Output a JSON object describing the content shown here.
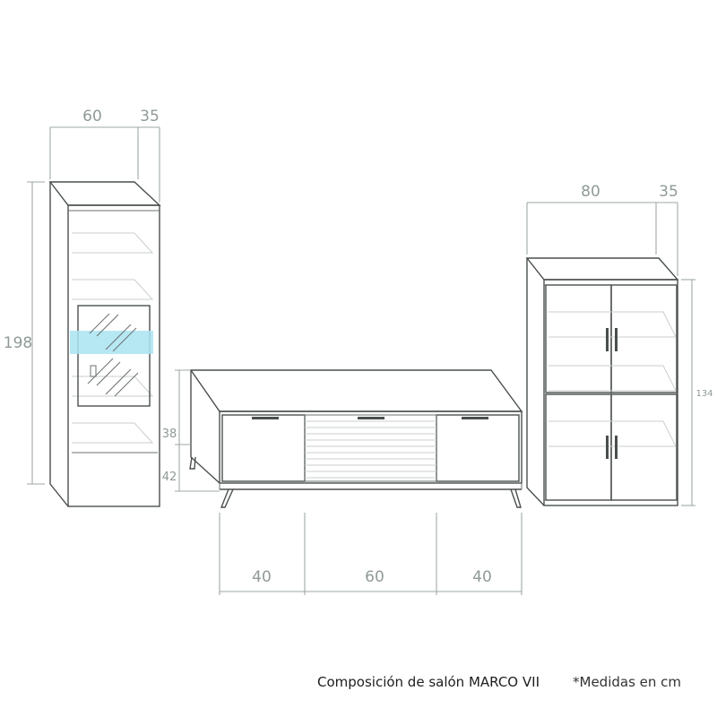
{
  "dimensions": {
    "vitrina_width": "60",
    "vitrina_depth": "35",
    "vitrina_height": "198",
    "tv_height": "38",
    "tv_leg_height": "42",
    "tv_left_width": "40",
    "tv_center_width": "60",
    "tv_right_width": "40",
    "aparador_width": "80",
    "aparador_depth": "35",
    "aparador_height": "134"
  },
  "caption": {
    "title": "Composición de salón MARCO VII",
    "note": "*Medidas en cm"
  },
  "colors": {
    "line": "#4a4f4e",
    "dimension": "#9ea8a6",
    "glass_highlight": "#a9e4f2"
  }
}
